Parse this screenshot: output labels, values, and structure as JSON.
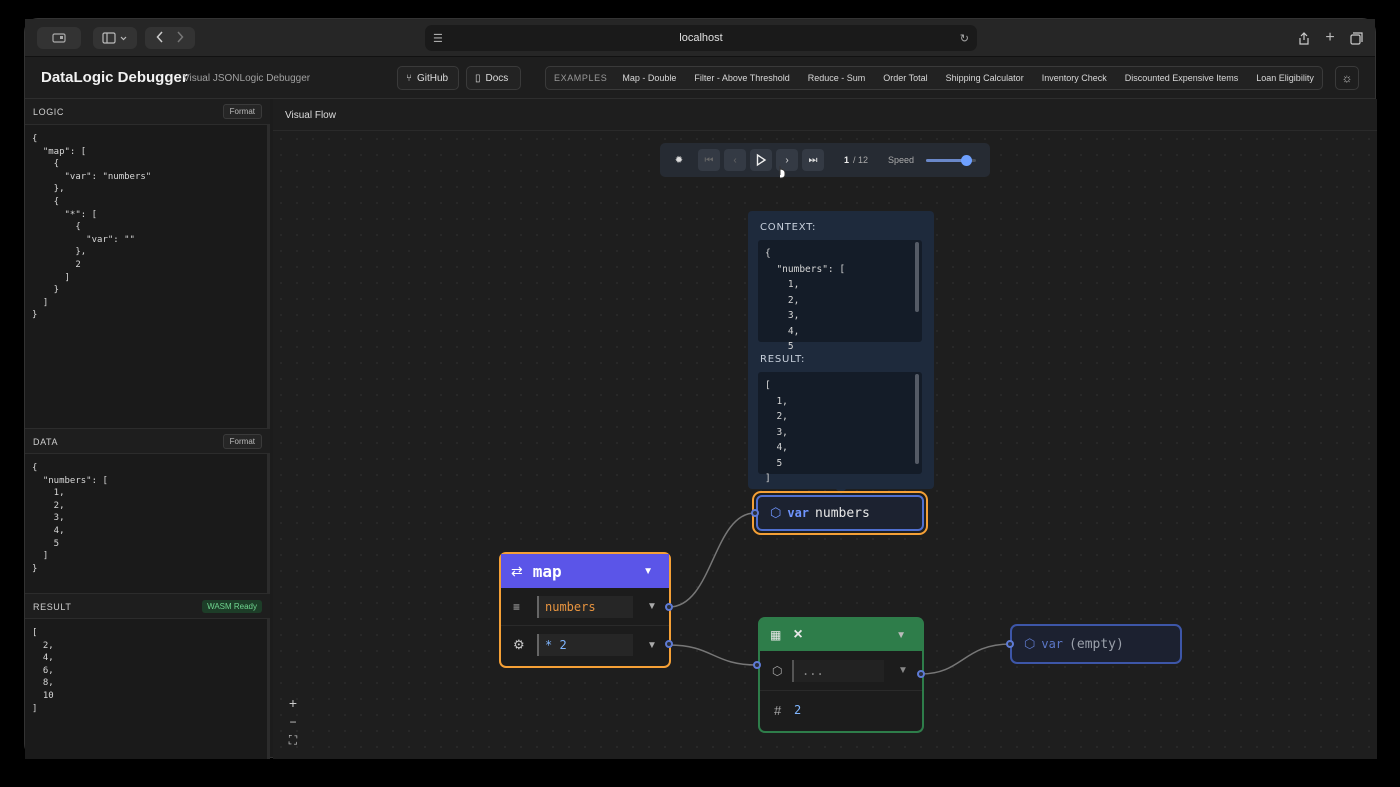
{
  "browser": {
    "url": "localhost"
  },
  "app": {
    "title": "DataLogic Debugger",
    "subtitle": "Visual JSONLogic Debugger",
    "github_label": "GitHub",
    "docs_label": "Docs",
    "examples_label": "EXAMPLES",
    "examples": [
      "Map - Double",
      "Filter - Above Threshold",
      "Reduce - Sum",
      "Order Total",
      "Shipping Calculator",
      "Inventory Check",
      "Discounted Expensive Items",
      "Loan Eligibility"
    ]
  },
  "logic": {
    "title": "LOGIC",
    "format_label": "Format",
    "code": "{\n  \"map\": [\n    {\n      \"var\": \"numbers\"\n    },\n    {\n      \"*\": [\n        {\n          \"var\": \"\"\n        },\n        2\n      ]\n    }\n  ]\n}"
  },
  "data": {
    "title": "DATA",
    "format_label": "Format",
    "code": "{\n  \"numbers\": [\n    1,\n    2,\n    3,\n    4,\n    5\n  ]\n}"
  },
  "result": {
    "title": "RESULT",
    "badge": "WASM Ready",
    "code": "[\n  2,\n  4,\n  6,\n  8,\n  10\n]"
  },
  "flow": {
    "title": "Visual Flow",
    "step_current": "1",
    "step_total": "/ 12",
    "speed_label": "Speed",
    "speed_value": 0.8,
    "zoom_in": "+",
    "zoom_out": "−",
    "fit": "⛶"
  },
  "inspector": {
    "context_label": "CONTEXT:",
    "context_code": "{\n  \"numbers\": [\n    1,\n    2,\n    3,\n    4,\n    5",
    "result_label": "RESULT:",
    "result_code": "[\n  1,\n  2,\n  3,\n  4,\n  5\n]"
  },
  "nodes": {
    "var_numbers": {
      "kw": "var",
      "value": "numbers"
    },
    "map": {
      "title": "map",
      "arg1": "numbers",
      "arg2": "* 2"
    },
    "multiply": {
      "title": "×",
      "arg1": "...",
      "arg2": "2"
    },
    "var_empty": {
      "kw": "var",
      "value": "(empty)"
    }
  },
  "colors": {
    "map_header": "#5b55e8",
    "orange_border": "#f5a036",
    "green_node": "#2e7d4a",
    "var_blue": "#4f6fd0"
  }
}
